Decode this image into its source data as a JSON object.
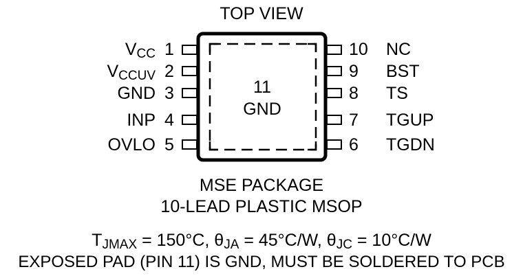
{
  "title": "TOP VIEW",
  "left_pins": [
    {
      "num": "1",
      "name": "V",
      "sub": "CC"
    },
    {
      "num": "2",
      "name": "V",
      "sub": "CCUV"
    },
    {
      "num": "3",
      "name": "GND",
      "sub": ""
    },
    {
      "num": "4",
      "name": "INP",
      "sub": ""
    },
    {
      "num": "5",
      "name": "OVLO",
      "sub": ""
    }
  ],
  "right_pins": [
    {
      "num": "10",
      "name": "NC"
    },
    {
      "num": "9",
      "name": "BST"
    },
    {
      "num": "8",
      "name": "TS"
    },
    {
      "num": "7",
      "name": "TGUP"
    },
    {
      "num": "6",
      "name": "TGDN"
    }
  ],
  "pad": {
    "num": "11",
    "name": "GND"
  },
  "package": {
    "name": "MSE PACKAGE",
    "desc": "10-LEAD PLASTIC MSOP"
  },
  "thermal": {
    "tj_sym": "T",
    "tj_sub": "JMAX",
    "tj_val": " = 150°C, ",
    "ja_sym": "θ",
    "ja_sub": "JA",
    "ja_val": " = 45°C/W, ",
    "jc_sym": "θ",
    "jc_sub": "JC",
    "jc_val": " = 10°C/W"
  },
  "note": "EXPOSED PAD (PIN 11) IS GND, MUST BE SOLDERED TO PCB"
}
